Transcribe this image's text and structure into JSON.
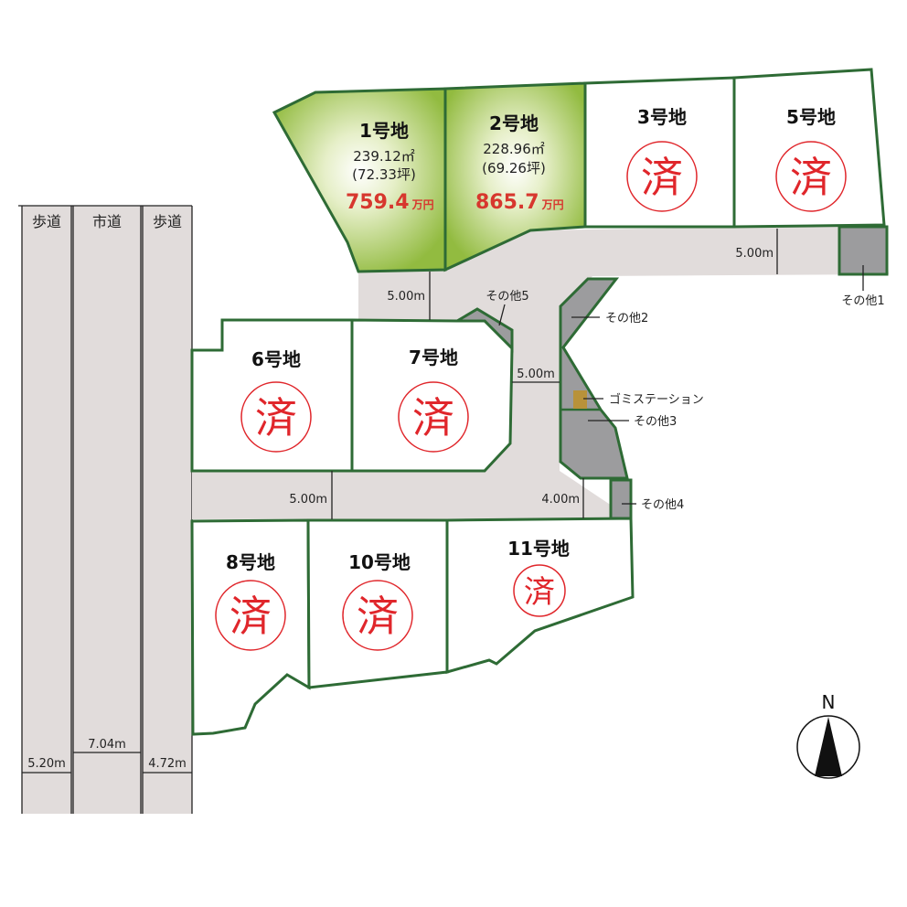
{
  "lots": [
    {
      "name": "1号地",
      "area": "239.12㎡",
      "tsubo": "(72.33坪)",
      "price": "759.4",
      "unit": "万円",
      "status": "available"
    },
    {
      "name": "2号地",
      "area": "228.96㎡",
      "tsubo": "(69.26坪)",
      "price": "865.7",
      "unit": "万円",
      "status": "available"
    },
    {
      "name": "3号地",
      "status": "sold"
    },
    {
      "name": "5号地",
      "status": "sold"
    },
    {
      "name": "6号地",
      "status": "sold"
    },
    {
      "name": "7号地",
      "status": "sold"
    },
    {
      "name": "8号地",
      "status": "sold"
    },
    {
      "name": "10号地",
      "status": "sold"
    },
    {
      "name": "11号地",
      "status": "sold"
    }
  ],
  "sold_mark": "済",
  "roads": {
    "sidewalk_left": "歩道",
    "city_road": "市道",
    "sidewalk_right": "歩道",
    "w_left": "5.20m",
    "w_mid": "7.04m",
    "w_right": "4.72m"
  },
  "widths": {
    "top": "5.00m",
    "upper": "5.00m",
    "middle": "5.00m",
    "lower": "5.00m",
    "small": "4.00m"
  },
  "others": {
    "o1": "その他1",
    "o2": "その他2",
    "o3": "その他3",
    "o4": "その他4",
    "o5": "その他5",
    "garbage": "ゴミステーション"
  },
  "compass": "N",
  "colors": {
    "lot_border": "#2e6b35",
    "available_fill": "#9cc24a",
    "sold": "#e0262b",
    "price": "#d7372e",
    "road": "#e1dcdb",
    "other": "#9c9c9e",
    "garbage": "#b8923a"
  }
}
